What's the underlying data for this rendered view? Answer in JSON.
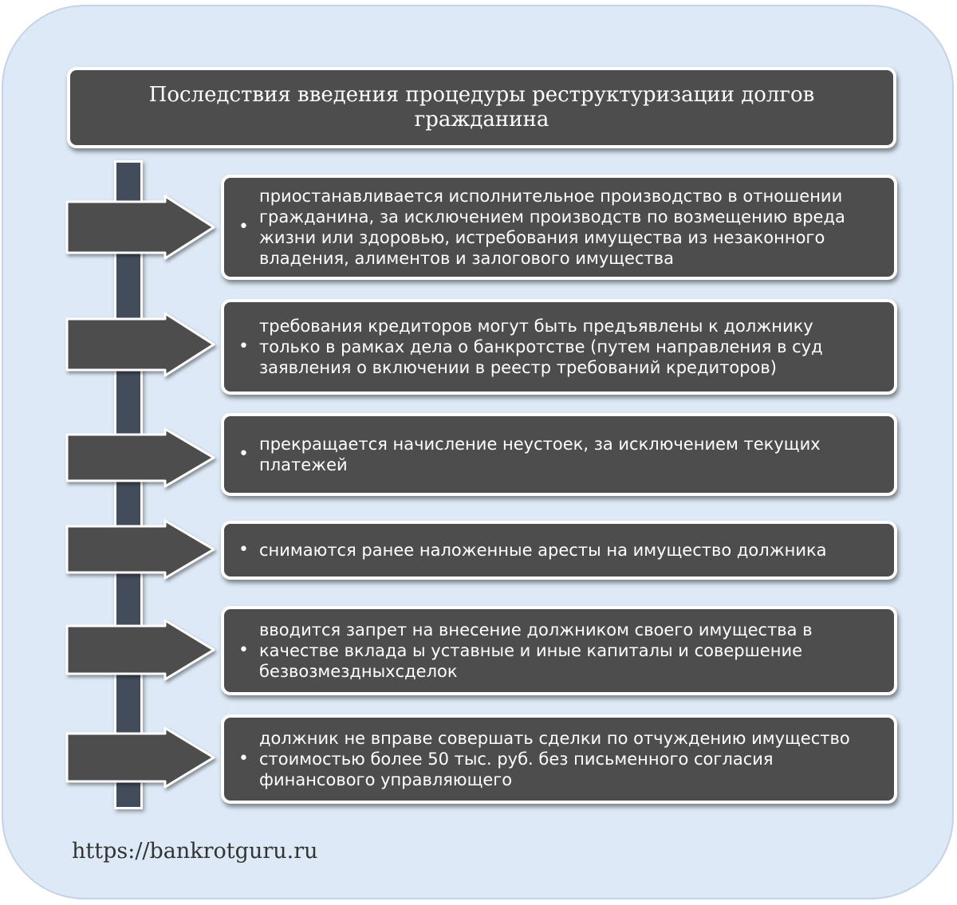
{
  "title": "Последствия введения процедуры реструктуризации долгов гражданина",
  "items": [
    {
      "bullet": "•",
      "text": "приостанавливается исполнительное производство в отношении гражданина, за исключением производств по возмещению вреда жизни или здоровью, истребования имущества из незаконного владения, алиментов и залогового имущества"
    },
    {
      "bullet": "•",
      "text": "требования кредиторов могут быть предъявлены к должнику только в рамках дела о банкротстве (путем направления в суд заявления о включении в реестр требований кредиторов)"
    },
    {
      "bullet": "•",
      "text": "прекращается начисление неустоек, за исключением текущих платежей"
    },
    {
      "bullet": "•",
      "text": "снимаются ранее наложенные аресты на имущество должника"
    },
    {
      "bullet": "•",
      "text": "вводится запрет на внесение должником своего имущества в качестве вклада ы уставные и иные капиталы и совершение безвозмездныхсделок"
    },
    {
      "bullet": "•",
      "text": "должник не вправе совершать сделки по отчуждению имущество стоимостью более 50 тыс. руб. без письменного согласия финансового управляющего"
    }
  ],
  "source": "https://bankrotguru.ru",
  "colors": {
    "background": "#dde9f6",
    "box_fill": "#4d4d4d",
    "spine_fill": "#434c5a",
    "border": "#ffffff",
    "text": "#ffffff"
  }
}
